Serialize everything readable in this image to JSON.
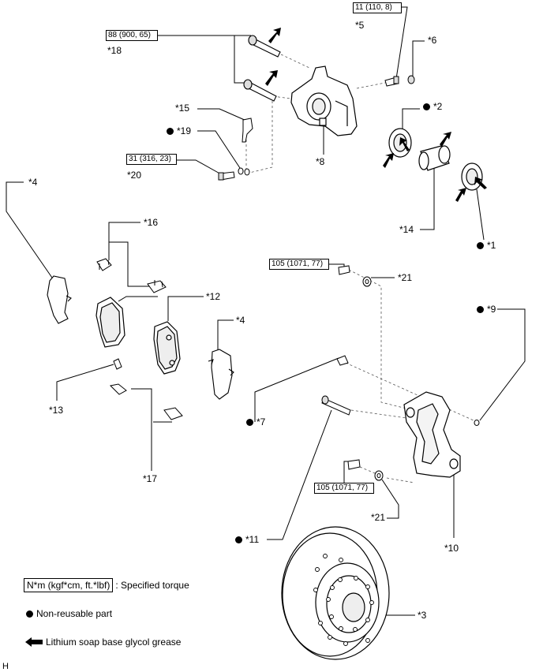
{
  "torque_boxes": {
    "t18": "88 (900, 65)",
    "t5": "11 (110, 8)",
    "t20": "31 (316, 23)",
    "t21a": "105 (1071, 77)",
    "t21b": "105 (1071, 77)"
  },
  "labels": {
    "l18": "*18",
    "l5": "*5",
    "l6": "*6",
    "l2": "*2",
    "l15": "*15",
    "l19": "*19",
    "l8": "*8",
    "l20": "*20",
    "l4a": "*4",
    "l14": "*14",
    "l1": "*1",
    "l16": "*16",
    "l12": "*12",
    "l4b": "*4",
    "l21a": "*21",
    "l9": "*9",
    "l13": "*13",
    "l7": "*7",
    "l17": "*17",
    "l21b": "*21",
    "l10": "*10",
    "l11": "*11",
    "l3": "*3"
  },
  "legend": {
    "torque_box": "N*m (kgf*cm, ft.*lbf)",
    "torque_text": ": Specified torque",
    "nonreusable": "Non-reusable part",
    "grease": "Lithium soap base glycol grease"
  },
  "corner_letter": "H"
}
